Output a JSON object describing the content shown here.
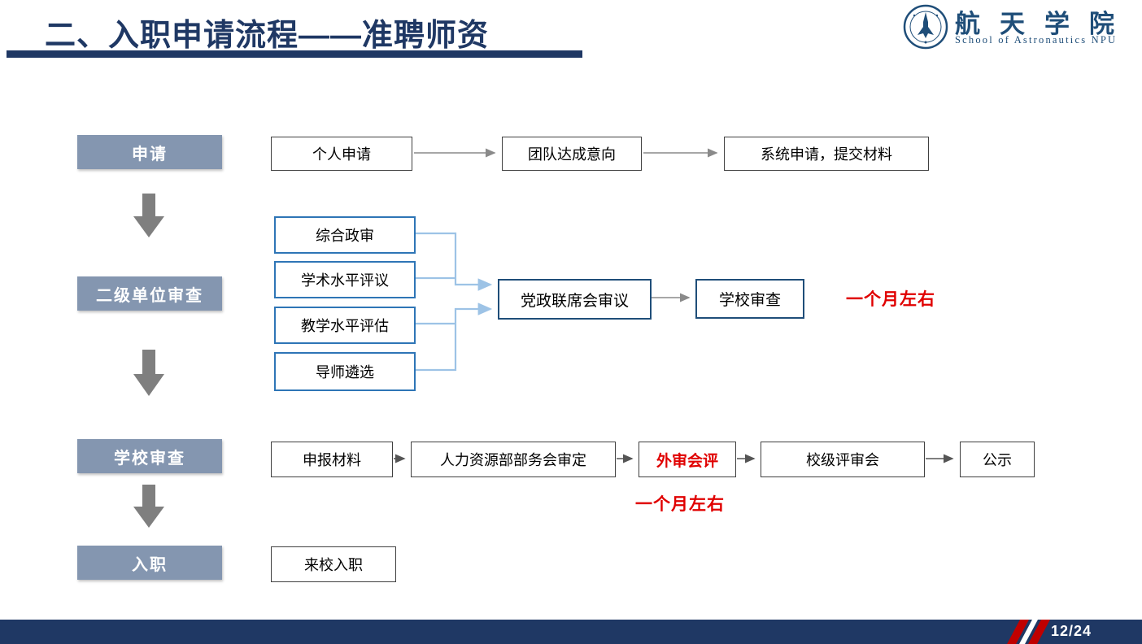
{
  "header": {
    "title": "二、入职申请流程——准聘师资",
    "logo_cn": "航天学院",
    "logo_en": "School of Astronautics NPU"
  },
  "stages": {
    "apply": "申请",
    "unit_review": "二级单位审查",
    "school_review": "学校审查",
    "onboard": "入职"
  },
  "apply_row": {
    "boxes": [
      "个人申请",
      "团队达成意向",
      "系统申请，提交材料"
    ]
  },
  "unit_row": {
    "checks": [
      "综合政审",
      "学术水平评议",
      "教学水平评估",
      "导师遴选"
    ],
    "joint_meeting": "党政联席会审议",
    "school_check": "学校审查",
    "duration_note": "一个月左右"
  },
  "school_row": {
    "boxes": [
      "申报材料",
      "人力资源部部务会审定",
      "外审会评",
      "校级评审会",
      "公示"
    ],
    "duration_note": "一个月左右"
  },
  "onboard_row": {
    "box": "来校入职"
  },
  "footer": {
    "page": "12/24"
  },
  "colors": {
    "title_navy": "#1F3864",
    "stage_gray": "#8496B0",
    "check_box_blue": "#2E75B6",
    "meeting_box_navy": "#1F4E79",
    "connector_blue": "#9DC3E6",
    "arrow_gray": "#8A8A8A",
    "block_arrow_gray": "#7F7F7F",
    "highlight_red": "#E00000",
    "footer_navy": "#1F3864",
    "stripe_red": "#C00000"
  }
}
